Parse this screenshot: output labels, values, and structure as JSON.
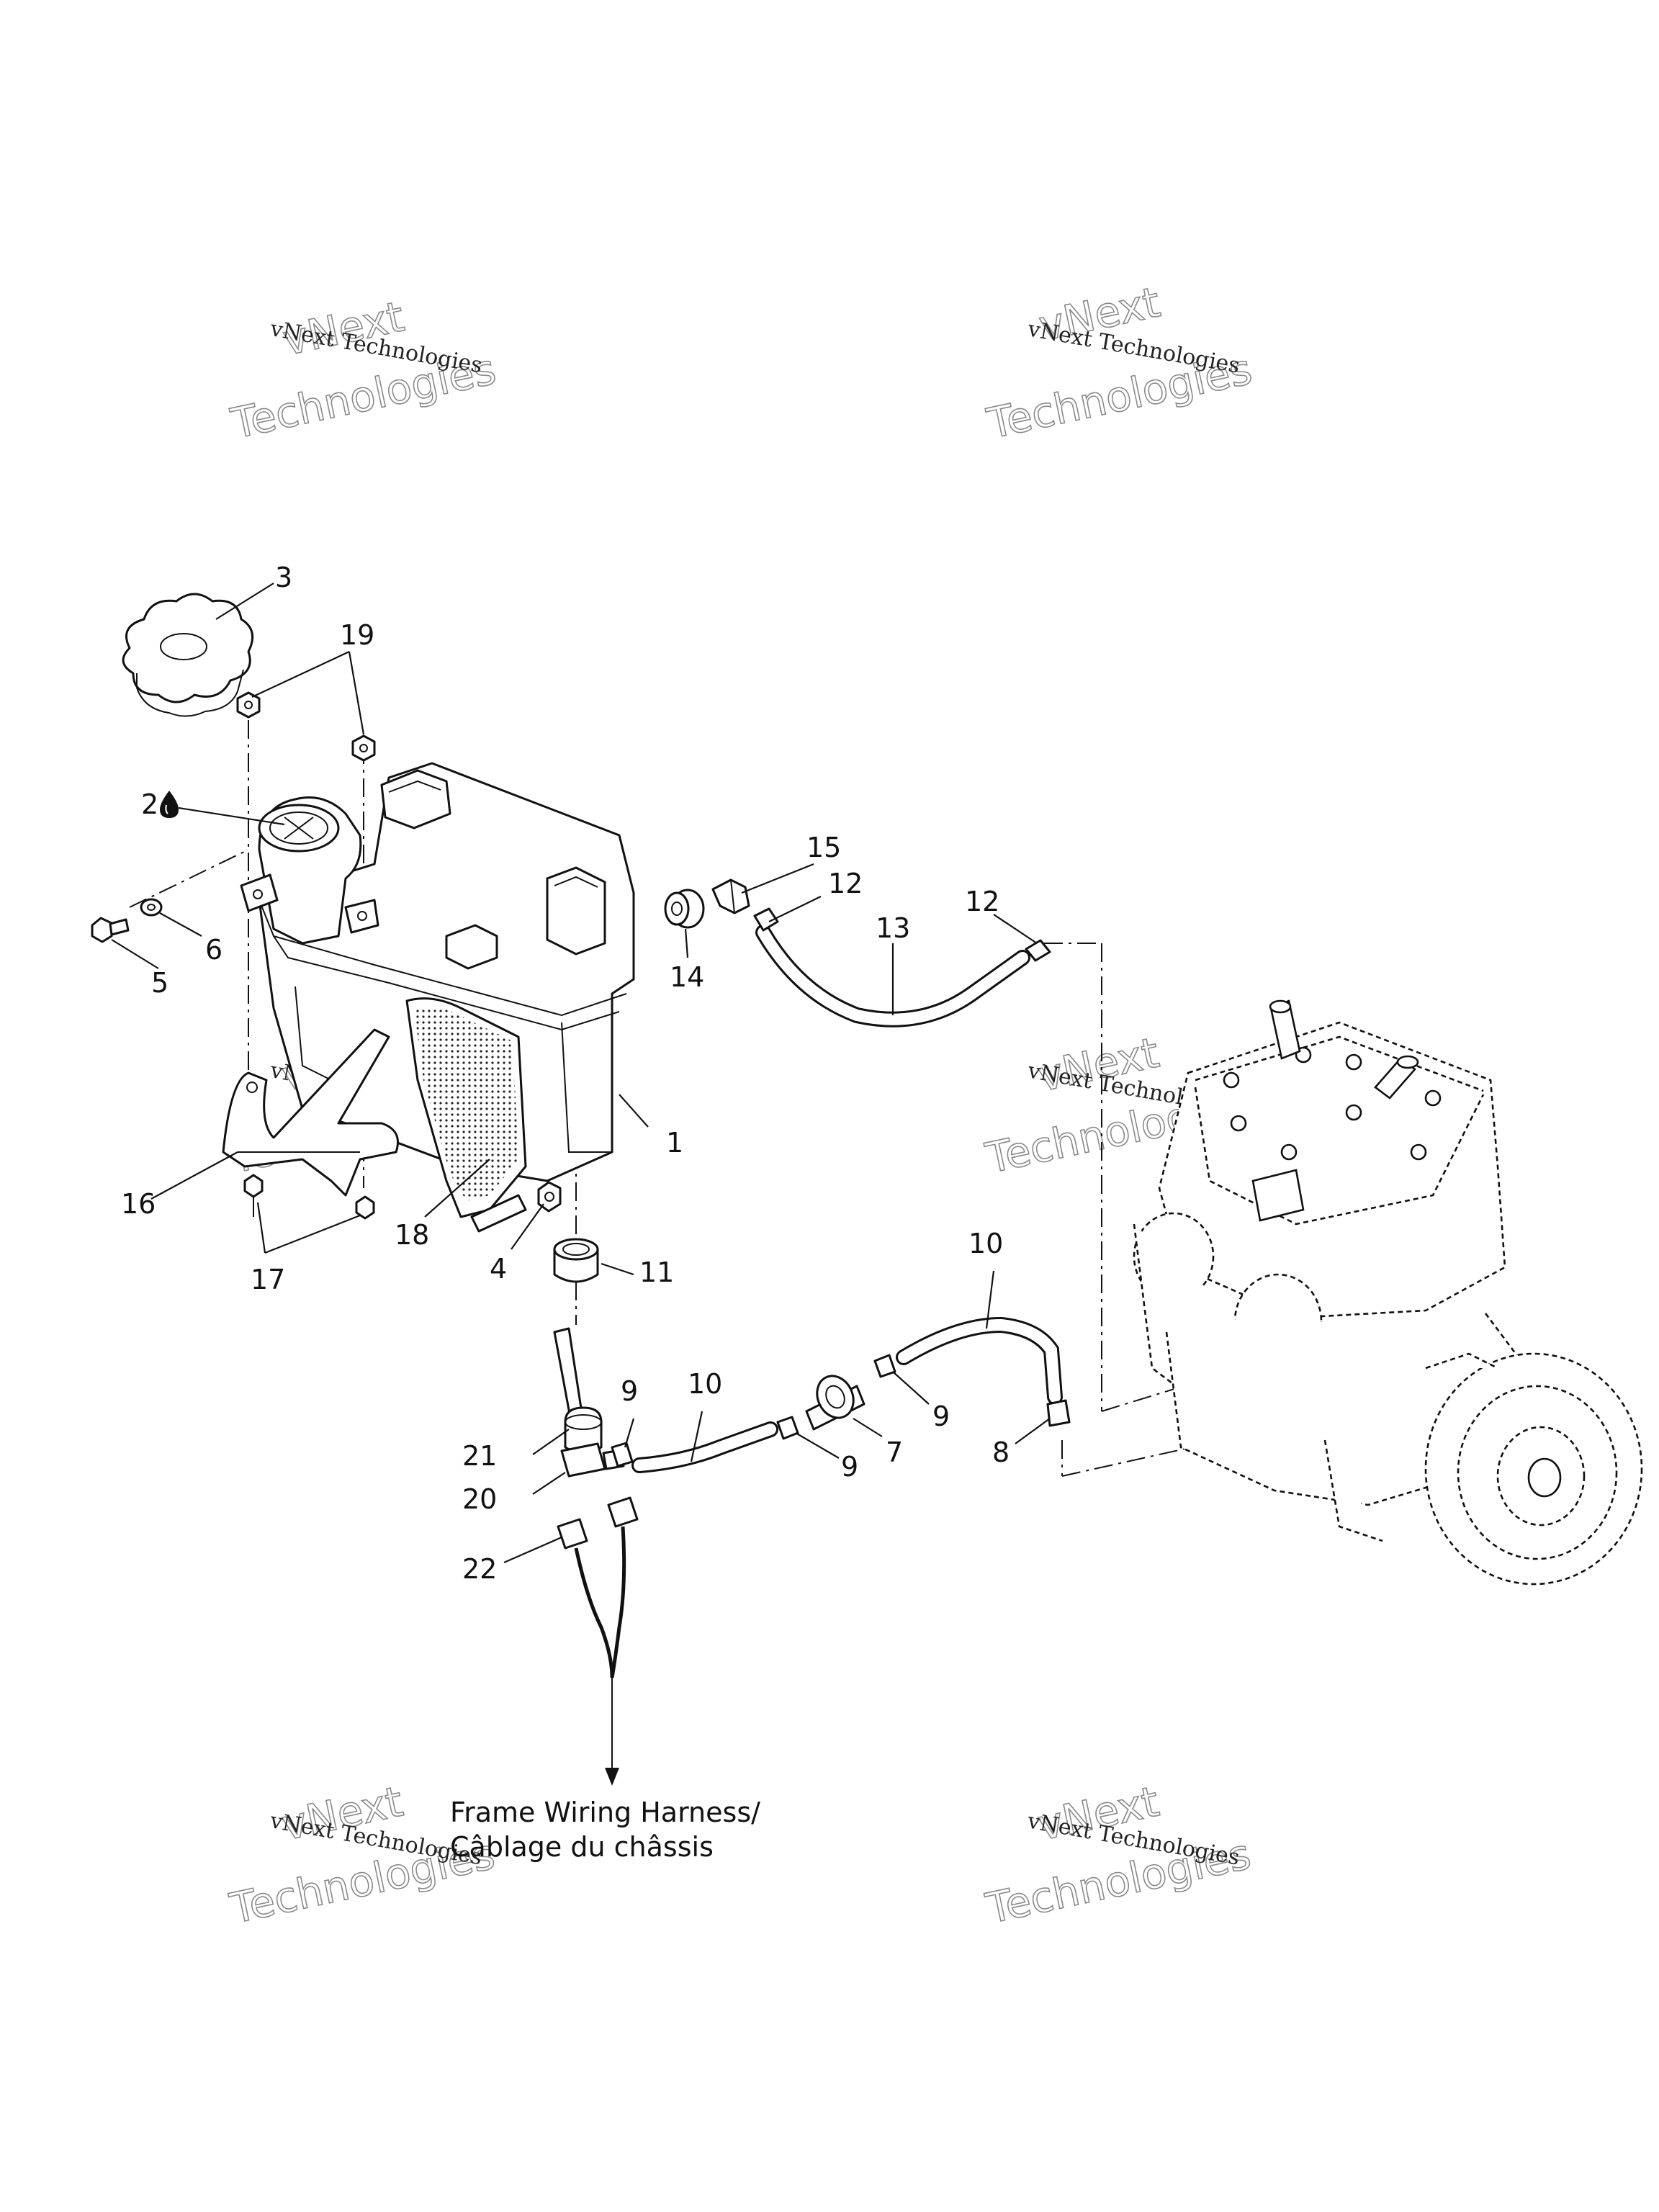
{
  "callouts": [
    "1",
    "2",
    "3",
    "4",
    "5",
    "6",
    "7",
    "8",
    "9",
    "9",
    "9",
    "10",
    "10",
    "11",
    "12",
    "12",
    "13",
    "14",
    "15",
    "16",
    "17",
    "18",
    "19",
    "20",
    "21",
    "22"
  ],
  "caption": {
    "line1": "Frame Wiring Harness/",
    "line2": "Câblage du châssis"
  },
  "watermark": {
    "small": "vNext Technologies",
    "big_line1": "vNext",
    "big_line2": "Technologies"
  },
  "icons": [
    "oil-drop-icon",
    "arrow-down-icon"
  ]
}
